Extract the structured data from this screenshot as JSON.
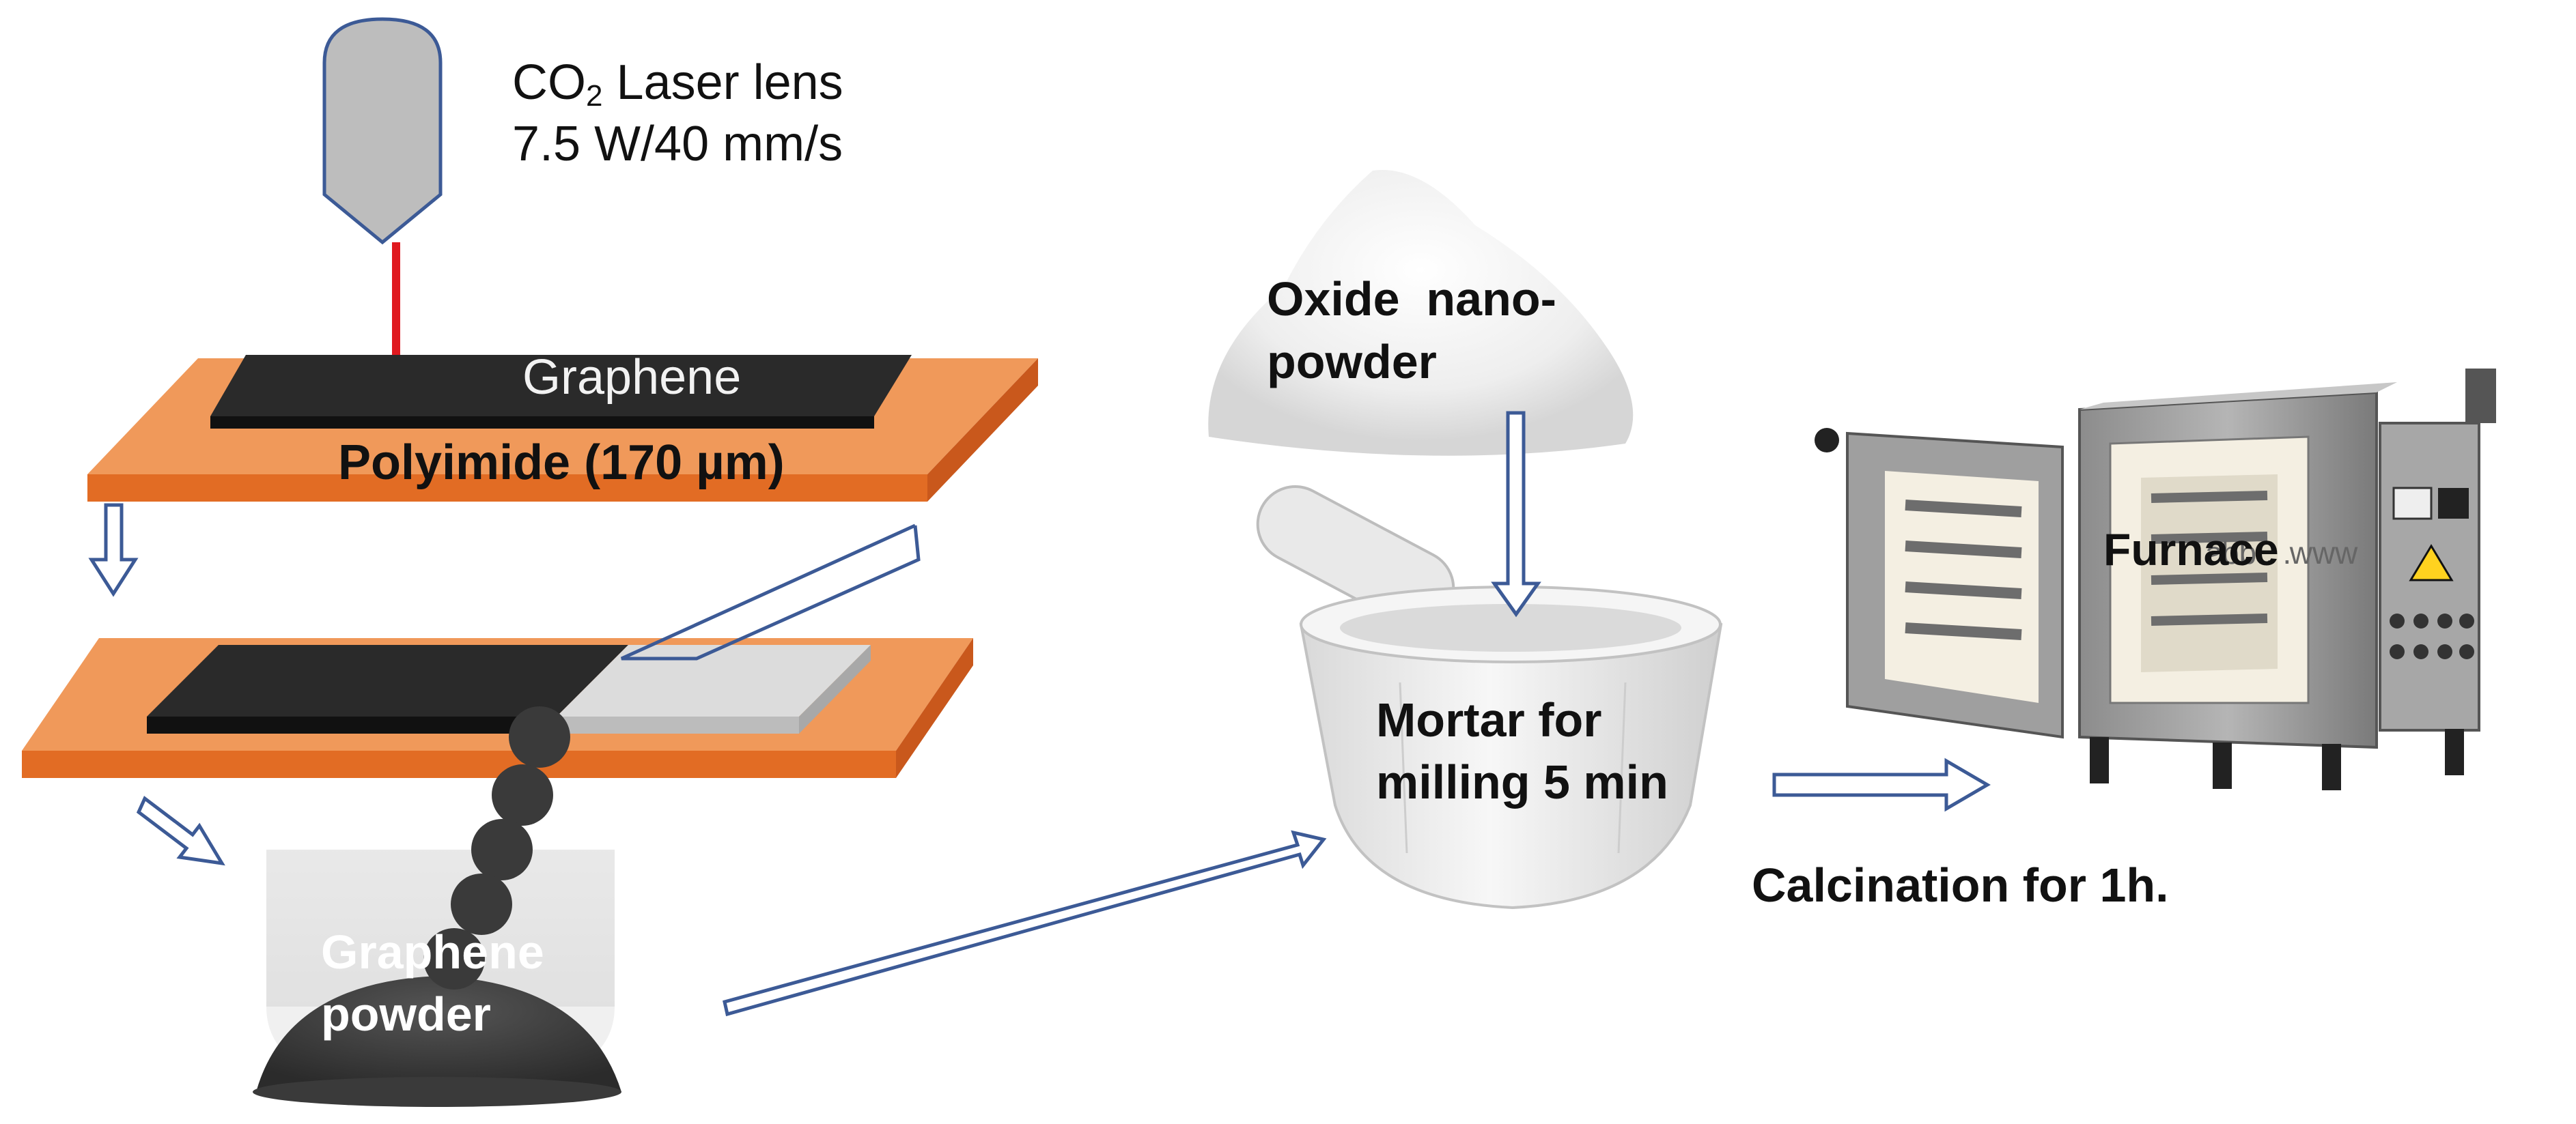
{
  "diagram": {
    "laser": {
      "line1_prefix": "CO",
      "line1_subscript": "2",
      "line1_suffix": " Laser lens",
      "line2": "7.5 W/40 mm/s"
    },
    "substrate": {
      "graphene_label": "Graphene",
      "polyimide_label": "Polyimide (170 µm)"
    },
    "collection": {
      "powder_label_line1": "Graphene",
      "powder_label_line2": "powder"
    },
    "oxide": {
      "label_line1": "Oxide  nano-",
      "label_line2": "powder"
    },
    "mortar": {
      "label_line1": "Mortar for",
      "label_line2": "milling 5 min"
    },
    "furnace": {
      "label": "Furnace",
      "watermark": "www. ..dds"
    },
    "calcination": {
      "label": "Calcination for 1h."
    },
    "colors": {
      "lens_fill": "#bdbdbd",
      "lens_stroke": "#3c5a96",
      "laser_beam": "#e0191f",
      "polyimide_top": "#f0995a",
      "polyimide_side": "#e26c24",
      "graphene_film": "#2a2a2a",
      "arrow_outline": "#3c5a96",
      "exfoliated_area": "#dcdcdc"
    }
  }
}
